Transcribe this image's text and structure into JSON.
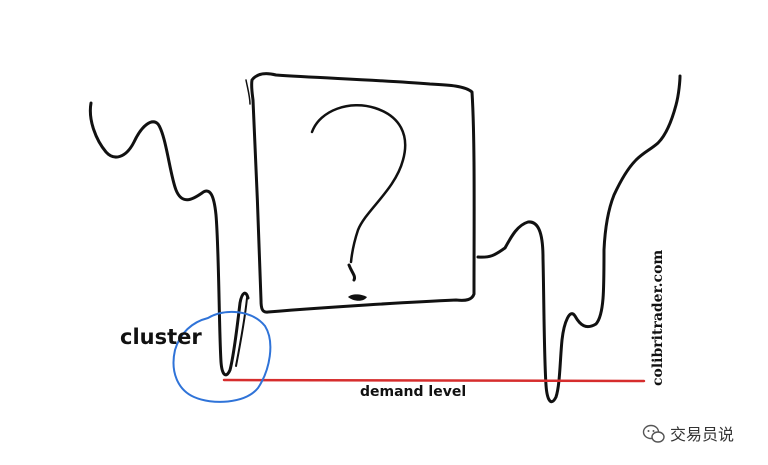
{
  "labels": {
    "cluster": "cluster",
    "demand_level": "demand level",
    "question_mark": "?",
    "website": "colibritrader.com",
    "watermark": "交易员说"
  },
  "colors": {
    "ink": "#111111",
    "demand_line": "#d62d2d",
    "cluster_circle": "#2f73d8",
    "background": "#ffffff"
  },
  "icons": {
    "watermark_icon": "wechat-bubble-icon"
  }
}
